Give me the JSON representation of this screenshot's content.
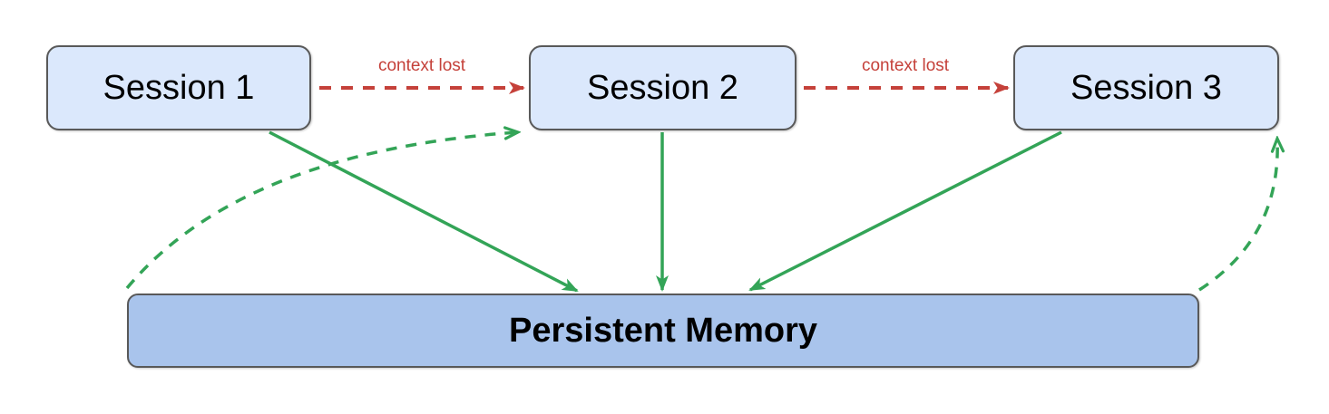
{
  "nodes": {
    "session1": {
      "label": "Session 1"
    },
    "session2": {
      "label": "Session 2"
    },
    "session3": {
      "label": "Session 3"
    },
    "memory": {
      "label": "Persistent Memory"
    }
  },
  "edge_labels": {
    "context_lost_1": "context lost",
    "context_lost_2": "context lost"
  },
  "edges": [
    {
      "from": "Session 1",
      "to": "Session 2",
      "style": "dashed",
      "color": "red",
      "label": "context lost"
    },
    {
      "from": "Session 2",
      "to": "Session 3",
      "style": "dashed",
      "color": "red",
      "label": "context lost"
    },
    {
      "from": "Session 1",
      "to": "Persistent Memory",
      "style": "solid",
      "color": "green",
      "label": ""
    },
    {
      "from": "Session 2",
      "to": "Persistent Memory",
      "style": "solid",
      "color": "green",
      "label": ""
    },
    {
      "from": "Session 3",
      "to": "Persistent Memory",
      "style": "solid",
      "color": "green",
      "label": ""
    },
    {
      "from": "Persistent Memory",
      "to": "Session 2",
      "style": "dashed",
      "color": "green",
      "label": ""
    },
    {
      "from": "Persistent Memory",
      "to": "Session 3",
      "style": "dashed",
      "color": "green",
      "label": ""
    }
  ],
  "colors": {
    "background": "#ffffff",
    "session-fill": "#dbe8fc",
    "memory-fill": "#a9c4ec",
    "node-border": "#595959",
    "lost-red": "#c5413a",
    "memory-green": "#33a457",
    "text": "#000000"
  }
}
